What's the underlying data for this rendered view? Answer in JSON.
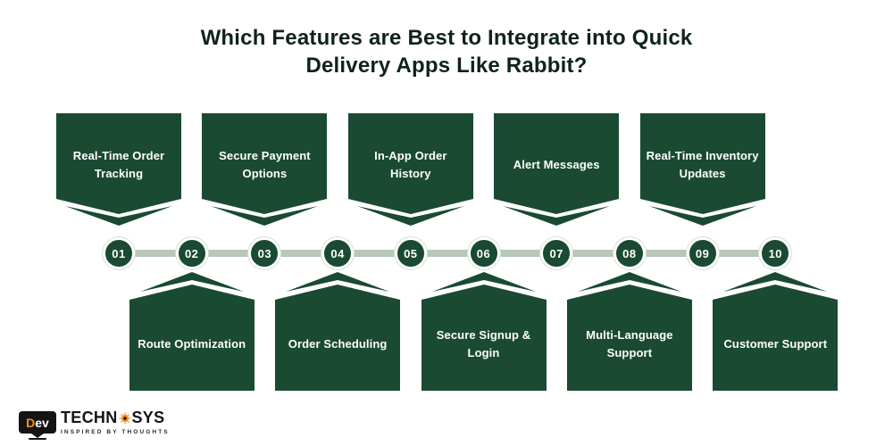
{
  "title": {
    "line1": "Which Features are Best to Integrate into Quick",
    "line2": "Delivery Apps Like Rabbit?"
  },
  "colors": {
    "banner_green": "#1a4a32",
    "line_sage": "#b7c7ba",
    "node_outline": "#d6ded6",
    "title_text": "#0f2318",
    "logo_orange": "#f7941d",
    "logo_ink": "#141414"
  },
  "timeline": {
    "steps": [
      {
        "number": "01",
        "label": "Real-Time Order Tracking",
        "side": "top"
      },
      {
        "number": "02",
        "label": "Route Optimization",
        "side": "bottom"
      },
      {
        "number": "03",
        "label": "Secure Payment Options",
        "side": "top"
      },
      {
        "number": "04",
        "label": "Order Scheduling",
        "side": "bottom"
      },
      {
        "number": "05",
        "label": "In-App Order History",
        "side": "top"
      },
      {
        "number": "06",
        "label": "Secure Signup & Login",
        "side": "bottom"
      },
      {
        "number": "07",
        "label": "Alert Messages",
        "side": "top"
      },
      {
        "number": "08",
        "label": "Multi-Language Support",
        "side": "bottom"
      },
      {
        "number": "09",
        "label": "Real-Time Inventory Updates",
        "side": "top"
      },
      {
        "number": "10",
        "label": "Customer Support",
        "side": "bottom"
      }
    ]
  },
  "logo": {
    "monitor_d": "D",
    "monitor_ev": "ev",
    "brand_left": "TECHN",
    "brand_right": "SYS",
    "tagline": "INSPIRED BY THOUGHTS"
  }
}
